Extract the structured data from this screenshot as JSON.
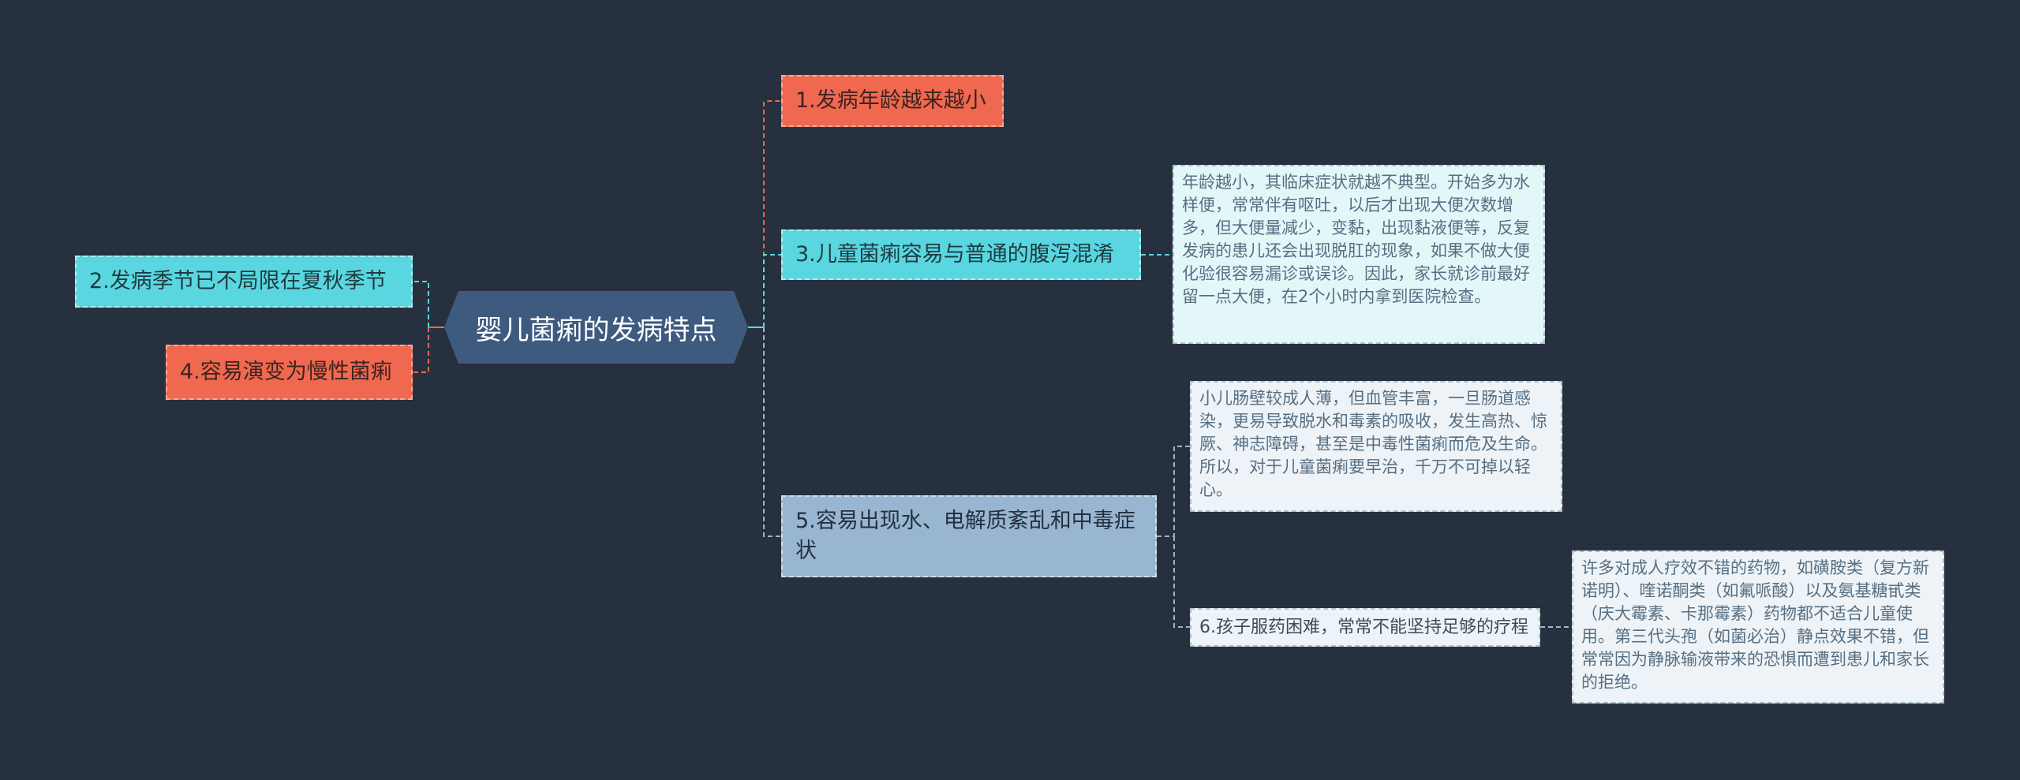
{
  "central": {
    "label": "婴儿菌痢的发病特点",
    "color": "#3e5a7f"
  },
  "branches": {
    "b1": {
      "label": "1.发病年龄越来越小",
      "color": "#f0684f"
    },
    "b2": {
      "label": "2.发病季节已不局限在夏秋季节",
      "color": "#5ad6e0"
    },
    "b3": {
      "label": "3.儿童菌痢容易与普通的腹泻混淆",
      "color": "#5ad6e0"
    },
    "b4": {
      "label": "4.容易演变为慢性菌痢",
      "color": "#f0684f"
    },
    "b5": {
      "label": "5.容易出现水、电解质紊乱和中毒症状",
      "color": "#98b6d1"
    },
    "b6": {
      "label": "6.孩子服药困难，常常不能坚持足够的疗程"
    }
  },
  "notes": {
    "n3": "年龄越小，其临床症状就越不典型。开始多为水样便，常常伴有呕吐，以后才出现大便次数增多，但大便量减少，变黏，出现黏液便等，反复发病的患儿还会出现脱肛的现象，如果不做大便化验很容易漏诊或误诊。因此，家长就诊前最好留一点大便，在2个小时内拿到医院检查。",
    "n5": "小儿肠壁较成人薄，但血管丰富，一旦肠道感染，更易导致脱水和毒素的吸收，发生高热、惊厥、神志障碍，甚至是中毒性菌痢而危及生命。所以，对于儿童菌痢要早治，千万不可掉以轻心。",
    "n6": "许多对成人疗效不错的药物，如磺胺类（复方新诺明）、喹诺酮类（如氟哌酸）以及氨基糖甙类（庆大霉素、卡那霉素）药物都不适合儿童使用。第三代头孢（如菌必治）静点效果不错，但常常因为静脉输液带来的恐惧而遭到患儿和家长的拒绝。"
  },
  "colors": {
    "background": "#27303e",
    "connector_orange": "#f0684f",
    "connector_cyan": "#5ad6e0",
    "connector_blue": "#98b6d1"
  }
}
